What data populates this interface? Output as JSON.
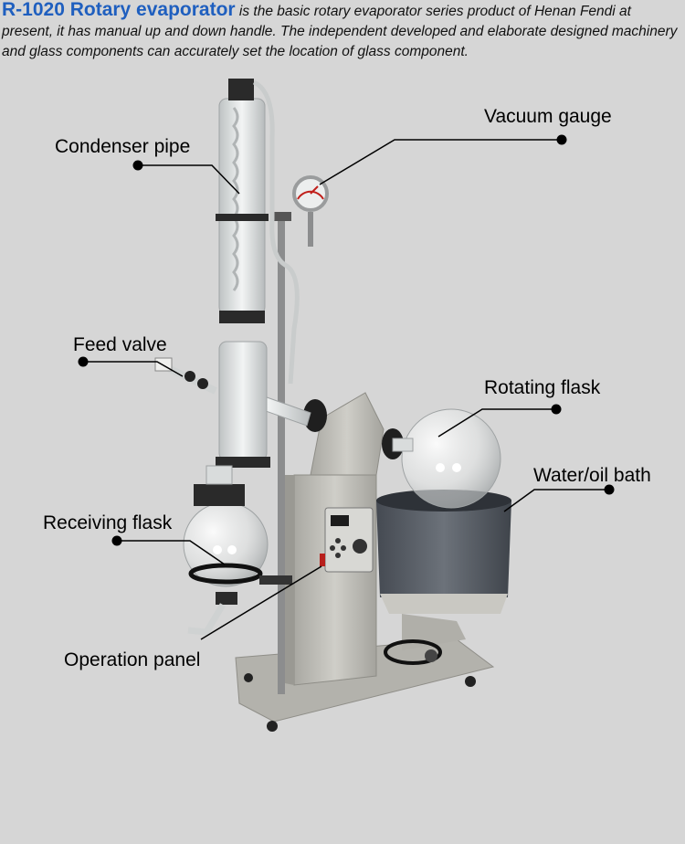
{
  "intro": {
    "title": "R-1020 Rotary evaporator",
    "body": " is the basic rotary evaporator series product of Henan Fendi at present, it has manual up and down handle. The independent developed and elaborate designed machinery and glass components can accurately set the location of glass component."
  },
  "labels": {
    "condenser": "Condenser pipe",
    "vacuum": "Vacuum gauge",
    "feed": "Feed valve",
    "rotating": "Rotating flask",
    "bath": "Water/oil bath",
    "receiving": "Receiving flask",
    "panel": "Operation panel"
  },
  "colors": {
    "background": "#d6d6d6",
    "title": "#1f5fbf",
    "machine_body": "#bdbcb6",
    "bath": "#5b6068"
  },
  "icons": {
    "leader_dot": "filled-circle"
  }
}
